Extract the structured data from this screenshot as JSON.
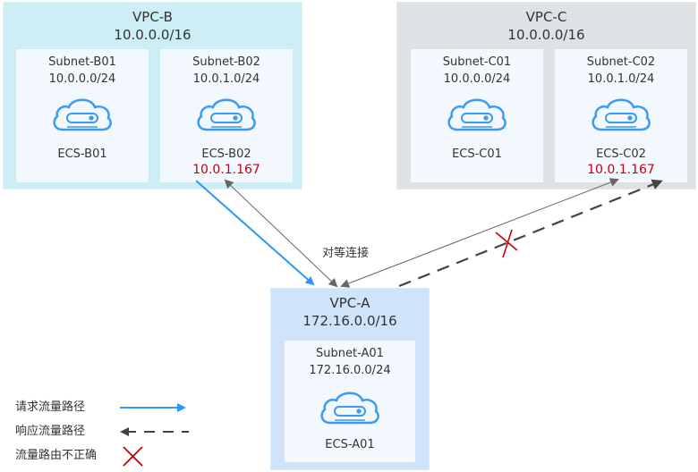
{
  "vpcs": {
    "b": {
      "name": "VPC-B",
      "cidr": "10.0.0.0/16",
      "subnets": [
        {
          "name": "Subnet-B01",
          "cidr": "10.0.0.0/24",
          "ecs": "ECS-B01",
          "ip": ""
        },
        {
          "name": "Subnet-B02",
          "cidr": "10.0.1.0/24",
          "ecs": "ECS-B02",
          "ip": "10.0.1.167"
        }
      ]
    },
    "c": {
      "name": "VPC-C",
      "cidr": "10.0.0.0/16",
      "subnets": [
        {
          "name": "Subnet-C01",
          "cidr": "10.0.0.0/24",
          "ecs": "ECS-C01",
          "ip": ""
        },
        {
          "name": "Subnet-C02",
          "cidr": "10.0.1.0/24",
          "ecs": "ECS-C02",
          "ip": "10.0.1.167"
        }
      ]
    },
    "a": {
      "name": "VPC-A",
      "cidr": "172.16.0.0/16",
      "subnets": [
        {
          "name": "Subnet-A01",
          "cidr": "172.16.0.0/24",
          "ecs": "ECS-A01",
          "ip": ""
        }
      ]
    }
  },
  "connections": {
    "peering_label": "对等连接"
  },
  "legend": {
    "request": "请求流量路径",
    "response": "响应流量路径",
    "incorrect": "流量路由不正确"
  },
  "colors": {
    "request": "#2e96f4",
    "response": "#444444",
    "peering": "#666666",
    "error": "#c7000b",
    "cloud": "#3b9af2"
  }
}
